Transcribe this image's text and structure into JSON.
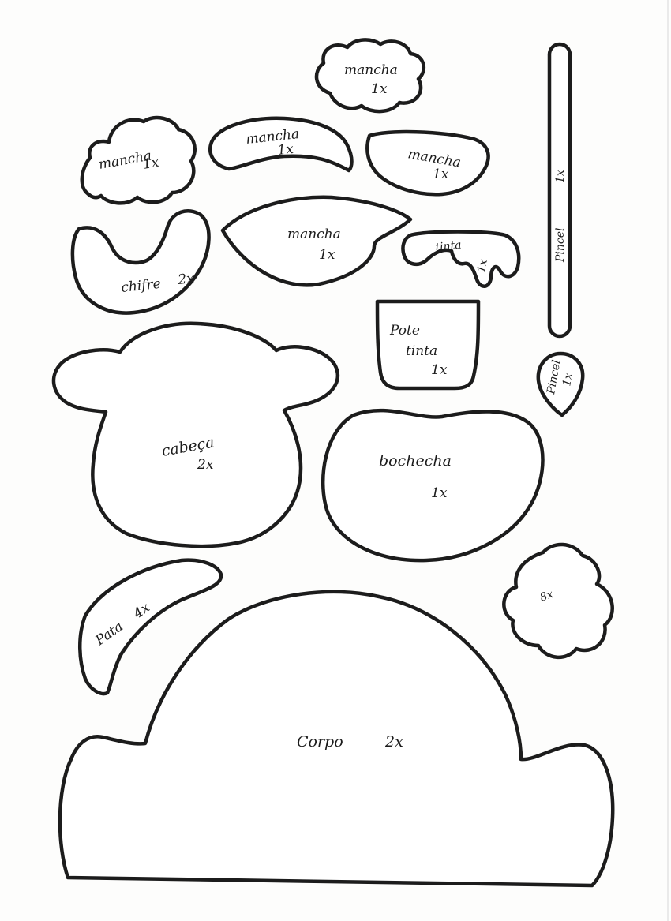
{
  "pieces": {
    "mancha_top": {
      "name": "mancha",
      "count": "1x"
    },
    "mancha_left": {
      "name": "mancha",
      "count": "1x"
    },
    "mancha_mid": {
      "name": "mancha",
      "count": "1x"
    },
    "mancha_right": {
      "name": "mancha",
      "count": "1x"
    },
    "mancha_center": {
      "name": "mancha",
      "count": "1x"
    },
    "chifre": {
      "name": "chifre",
      "count": "2x"
    },
    "tinta": {
      "name": "tinta",
      "count": "1x"
    },
    "pincel": {
      "name": "Pincel",
      "count": "1x"
    },
    "pote_tinta": {
      "line1": "Pote",
      "line2": "tinta",
      "count": "1x"
    },
    "pincel_tip": {
      "name": "Pincel",
      "count": "1x"
    },
    "cabeca": {
      "name": "cabeça",
      "count": "2x"
    },
    "bochecha": {
      "name": "bochecha",
      "count": "1x"
    },
    "flor": {
      "count": "8x"
    },
    "pata": {
      "name": "Pata",
      "count": "4x"
    },
    "corpo": {
      "name": "Corpo",
      "count": "2x"
    }
  }
}
